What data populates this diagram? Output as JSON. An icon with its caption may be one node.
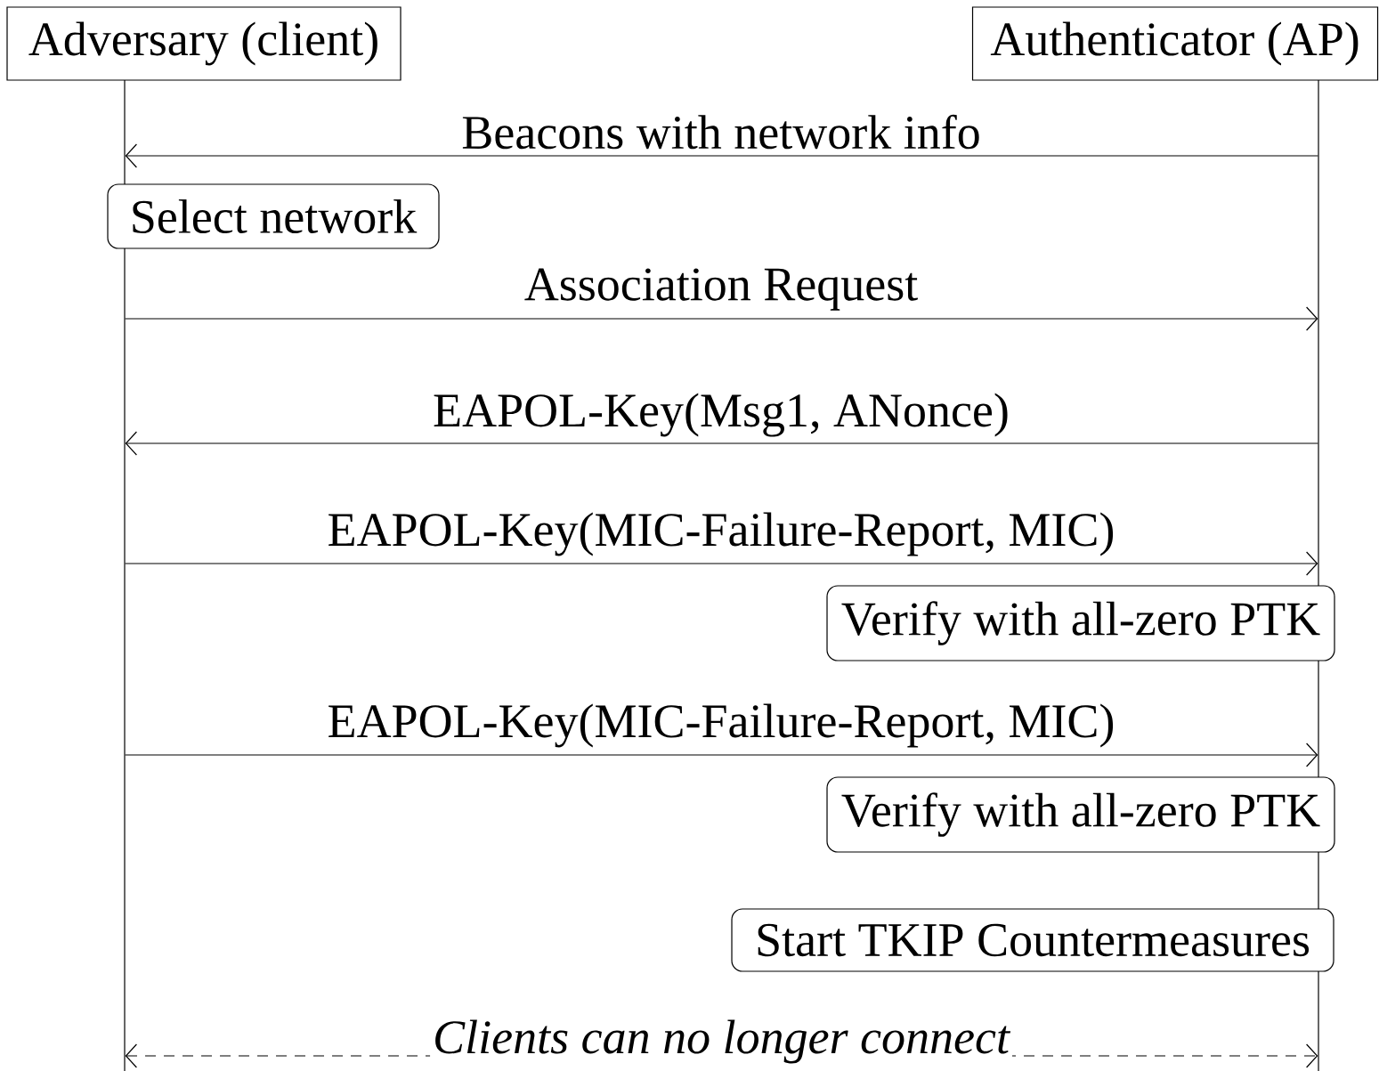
{
  "diagram": {
    "nodes": [
      {
        "text": [
          "Adversary (client)"
        ]
      },
      {
        "text": [
          "Authenticator (AP)"
        ]
      },
      {
        "text": [
          "Select network"
        ]
      },
      {
        "text": [
          "Verify with all-zero PTK"
        ]
      },
      {
        "text": [
          "Verify with all-zero PTK"
        ]
      },
      {
        "text": [
          "Start TKIP Countermeasures"
        ]
      },
      {
        "text": [],
        "shape": "line"
      },
      {
        "text": [],
        "shape": "line"
      }
    ],
    "edges": [
      {
        "from": 7,
        "to": 6,
        "arrow": "to",
        "label": "Beacons with network info"
      },
      {
        "from": 6,
        "to": 7,
        "arrow": "to",
        "label": "Association Request"
      },
      {
        "from": 7,
        "to": 6,
        "arrow": "to",
        "label": "EAPOL-Key(Msg1, ANonce)"
      },
      {
        "from": 6,
        "to": 7,
        "arrow": "to",
        "label": "EAPOL-Key(MIC-Failure-Report, MIC)"
      },
      {
        "from": 6,
        "to": 7,
        "arrow": "to",
        "label": "EAPOL-Key(MIC-Failure-Report, MIC)"
      },
      {
        "from": 6,
        "to": 7,
        "arrow": "both",
        "label": "Clients can no longer connect",
        "style": "dashed"
      }
    ]
  }
}
